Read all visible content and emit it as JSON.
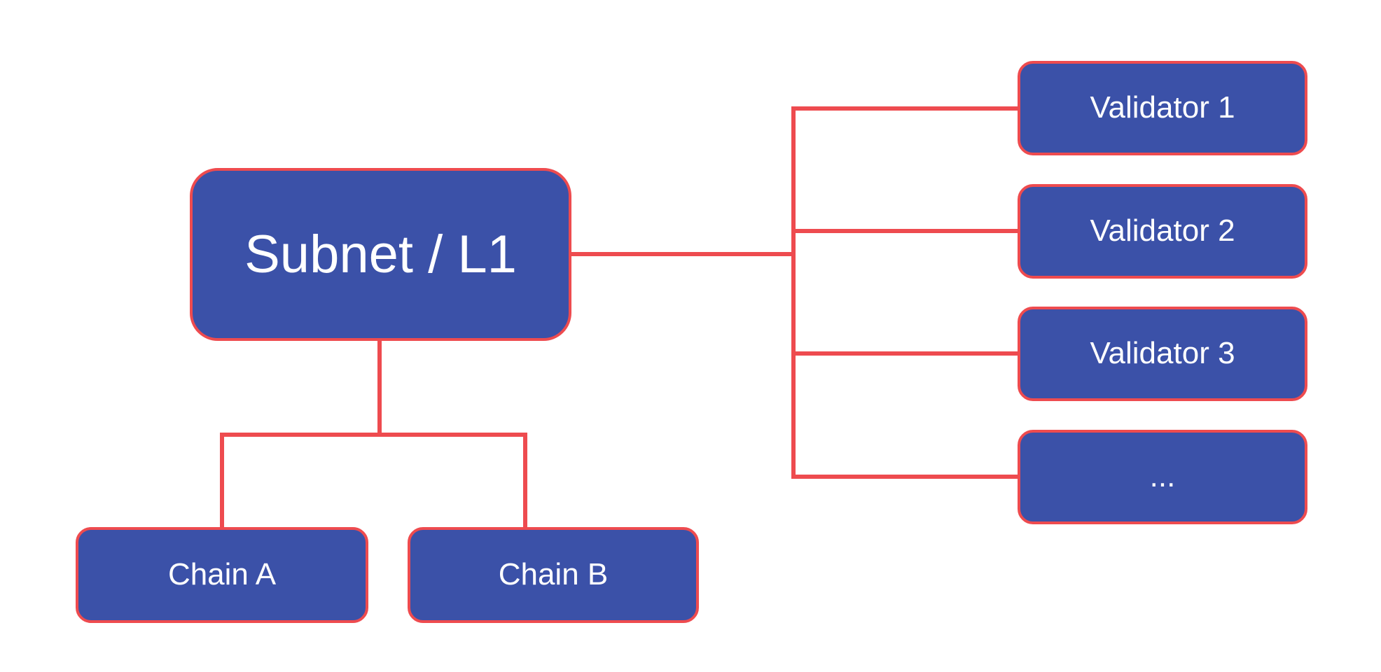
{
  "diagram": {
    "colors": {
      "background": "#ffffff",
      "node_fill": "#3b51a8",
      "line_color": "#ee4b4f",
      "text_color": "#ffffff"
    },
    "nodes": {
      "subnet": {
        "label": "Subnet / L1"
      },
      "chain_a": {
        "label": "Chain A"
      },
      "chain_b": {
        "label": "Chain B"
      },
      "validator_1": {
        "label": "Validator 1"
      },
      "validator_2": {
        "label": "Validator 2"
      },
      "validator_3": {
        "label": "Validator 3"
      },
      "validator_more": {
        "label": "..."
      }
    }
  }
}
